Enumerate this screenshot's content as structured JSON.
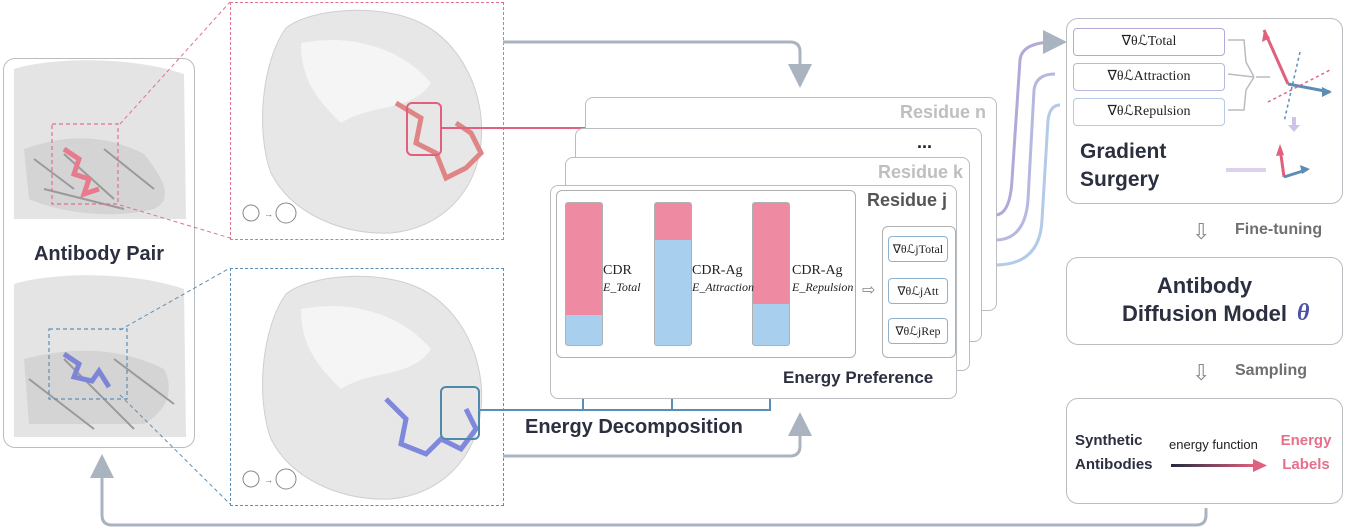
{
  "left_panel": {
    "title": "Antibody Pair"
  },
  "center": {
    "residue_labels": {
      "n": "Residue n",
      "dots": "...",
      "k": "Residue k",
      "j": "Residue j"
    },
    "bars": [
      {
        "label": "CDR",
        "sub": "E_Total",
        "pink_fraction": 0.79
      },
      {
        "label": "CDR-Ag",
        "sub": "E_Attraction",
        "pink_fraction": 0.26
      },
      {
        "label": "CDR-Ag",
        "sub": "E_Repulsion",
        "pink_fraction": 0.71
      }
    ],
    "gradients": [
      "∇θℒjTotal",
      "∇θℒjAtt",
      "∇θℒjRep"
    ],
    "energy_preference": "Energy Preference",
    "energy_decomposition": "Energy Decomposition"
  },
  "right": {
    "gradient_terms": [
      "∇θℒTotal",
      "∇θℒAttraction",
      "∇θℒRepulsion"
    ],
    "gradient_surgery": "Gradient Surgery",
    "fine_tuning": "Fine-tuning",
    "model_title": "Antibody Diffusion Model",
    "model_symbol": "θ",
    "sampling": "Sampling",
    "synthetic": "Synthetic Antibodies",
    "energy_function": "energy function",
    "energy_labels": "Energy Labels"
  },
  "colors": {
    "pink": "#e0607e",
    "blue": "#5b8db5",
    "gray_arrow": "#a9b4c0",
    "purple": "#b4a8d8"
  }
}
